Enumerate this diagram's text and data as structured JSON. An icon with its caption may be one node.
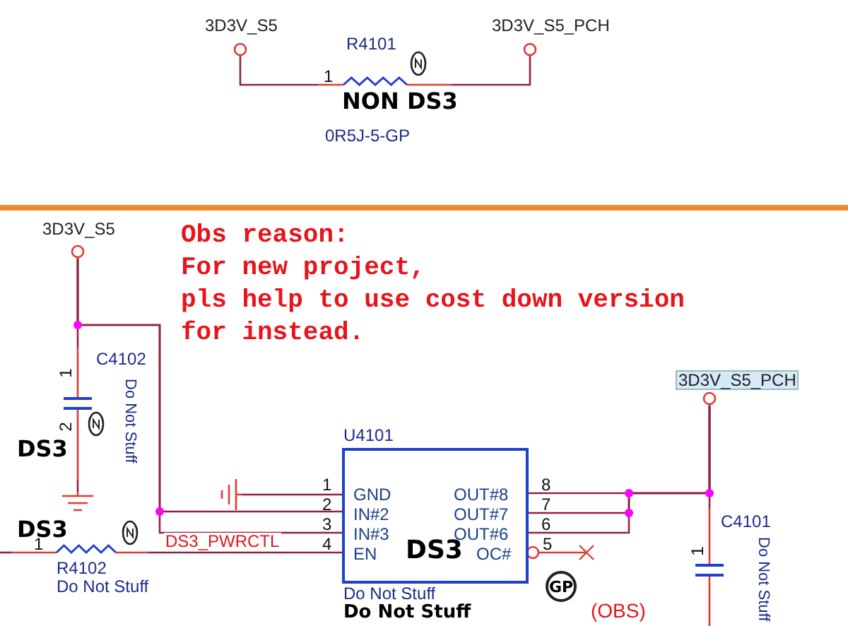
{
  "diagram": {
    "nodes": [
      {
        "text": [
          "3D3V_S5"
        ]
      },
      {
        "text": [
          "R4101",
          "NON DS3",
          "0R5J-5-GP"
        ]
      },
      {
        "text": [
          "3D3V_S5_PCH"
        ]
      },
      {
        "text": [
          "3D3V_S5"
        ]
      },
      {
        "text": [
          "C4102",
          "Do Not Stuff",
          "DS3"
        ]
      },
      {
        "text": [],
        "shape": "ground"
      },
      {
        "text": [
          "DS3",
          "R4102",
          "Do Not Stuff"
        ]
      },
      {
        "text": [
          "U4101",
          "DS3",
          "Do Not Stuff",
          "Do Not Stuff"
        ]
      },
      {
        "text": [],
        "shape": "ground"
      },
      {
        "text": [
          "3D3V_S5_PCH"
        ]
      },
      {
        "text": [
          "C4101",
          "Do Not Stuff"
        ]
      }
    ],
    "edges": [
      {
        "from": 0,
        "to": 1,
        "arrow": "none"
      },
      {
        "from": 1,
        "to": 2,
        "arrow": "none"
      },
      {
        "from": 3,
        "to": 4,
        "arrow": "none"
      },
      {
        "from": 4,
        "to": 5,
        "arrow": "none"
      },
      {
        "from": 3,
        "to": 7,
        "arrow": "none"
      },
      {
        "from": 3,
        "to": 7,
        "arrow": "none"
      },
      {
        "from": 8,
        "to": 7,
        "arrow": "none"
      },
      {
        "from": null,
        "to": 6,
        "arrow": "none"
      },
      {
        "from": 6,
        "to": 7,
        "label": "DS3_PWRCTL",
        "arrow": "none"
      },
      {
        "from": 7,
        "to": 9,
        "arrow": "none"
      },
      {
        "from": 7,
        "to": 9,
        "arrow": "none"
      },
      {
        "from": 7,
        "to": 9,
        "arrow": "none"
      },
      {
        "from": 9,
        "to": 10,
        "arrow": "none"
      }
    ],
    "labels": [
      "1",
      "Obs reason:",
      "For new project,",
      "pls help to use cost down version",
      "for instead.",
      "1",
      "2",
      "1",
      "1",
      "GND",
      "OUT#8",
      "8",
      "2",
      "IN#2",
      "OUT#7",
      "7",
      "3",
      "IN#3",
      "OUT#6",
      "6",
      "4",
      "EN",
      "OC#",
      "5",
      "1",
      "GP",
      "(OBS)"
    ]
  }
}
